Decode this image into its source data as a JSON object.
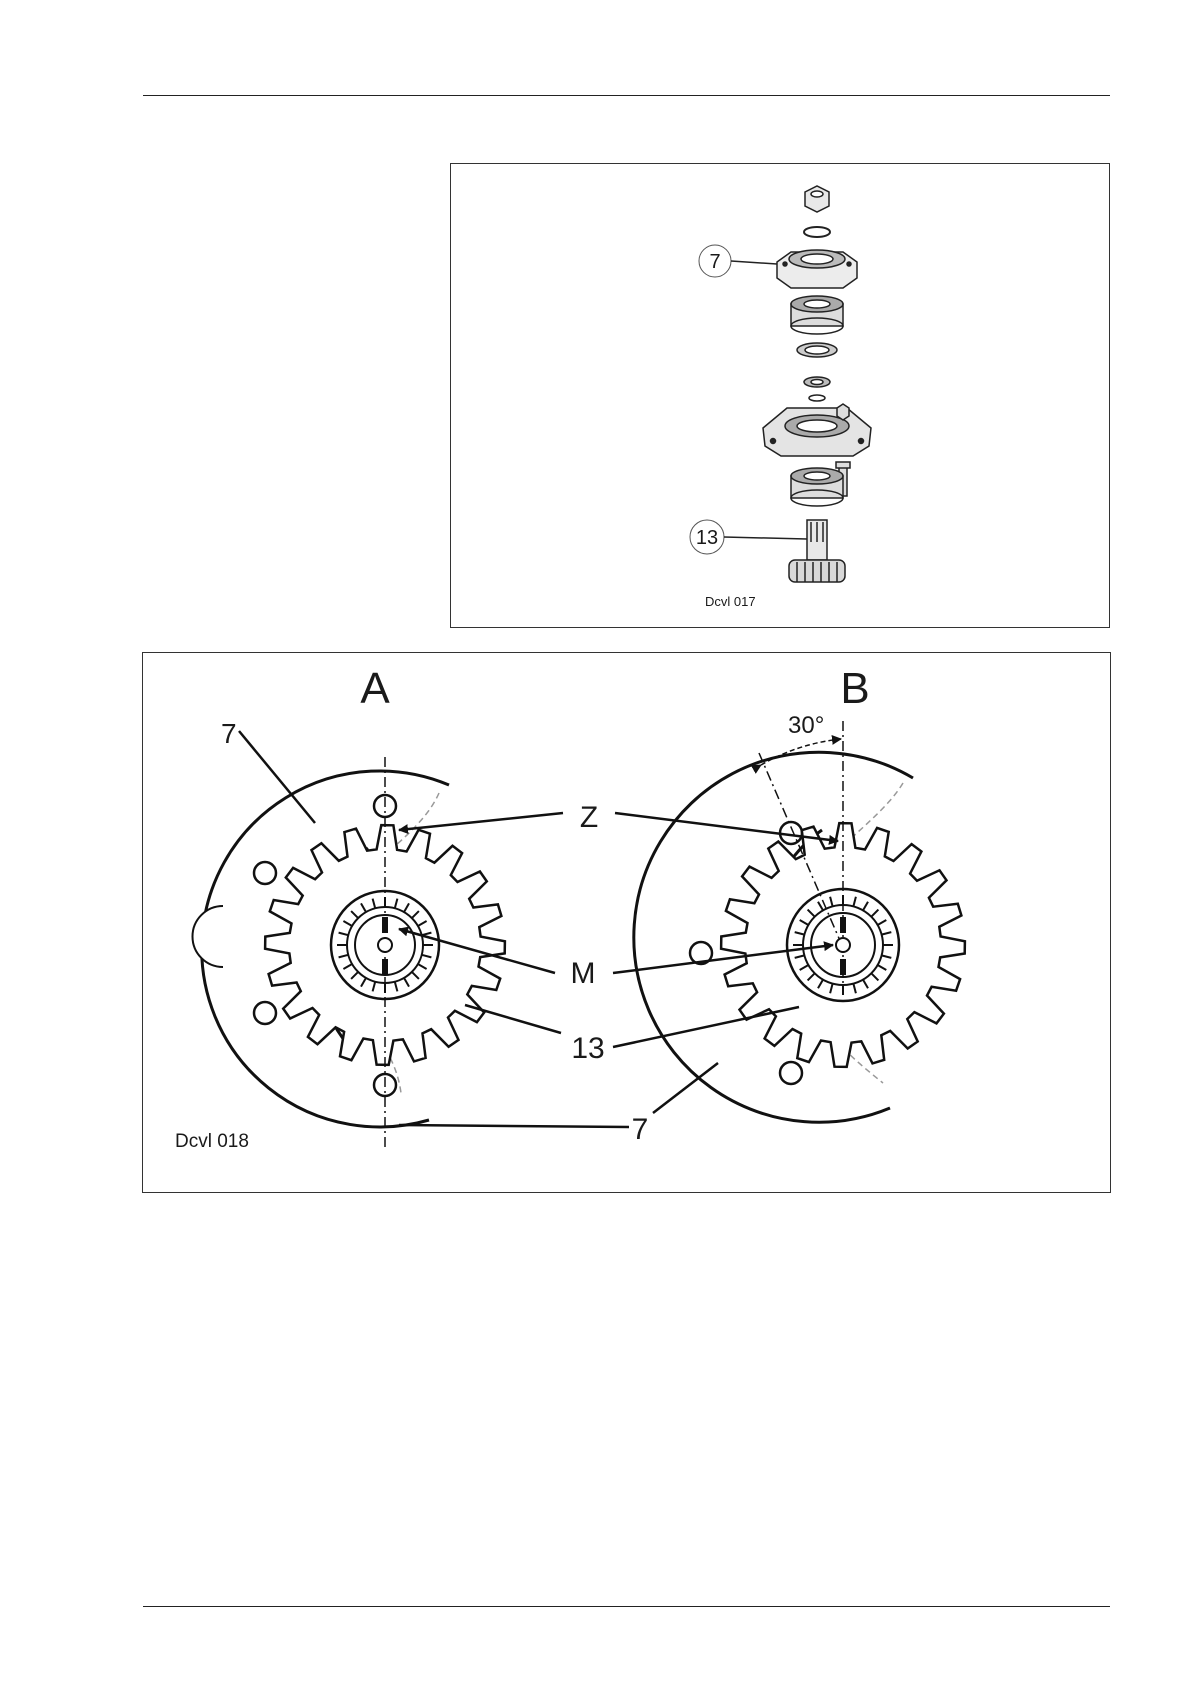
{
  "figure1": {
    "callout_top": "7",
    "callout_bottom": "13",
    "caption": "Dcvl 017"
  },
  "figure2": {
    "view_a": "A",
    "view_b": "B",
    "angle": "30°",
    "label_z": "Z",
    "label_m": "M",
    "label_13": "13",
    "label_7_left": "7",
    "label_7_bottom": "7",
    "caption": "Dcvl 018"
  }
}
